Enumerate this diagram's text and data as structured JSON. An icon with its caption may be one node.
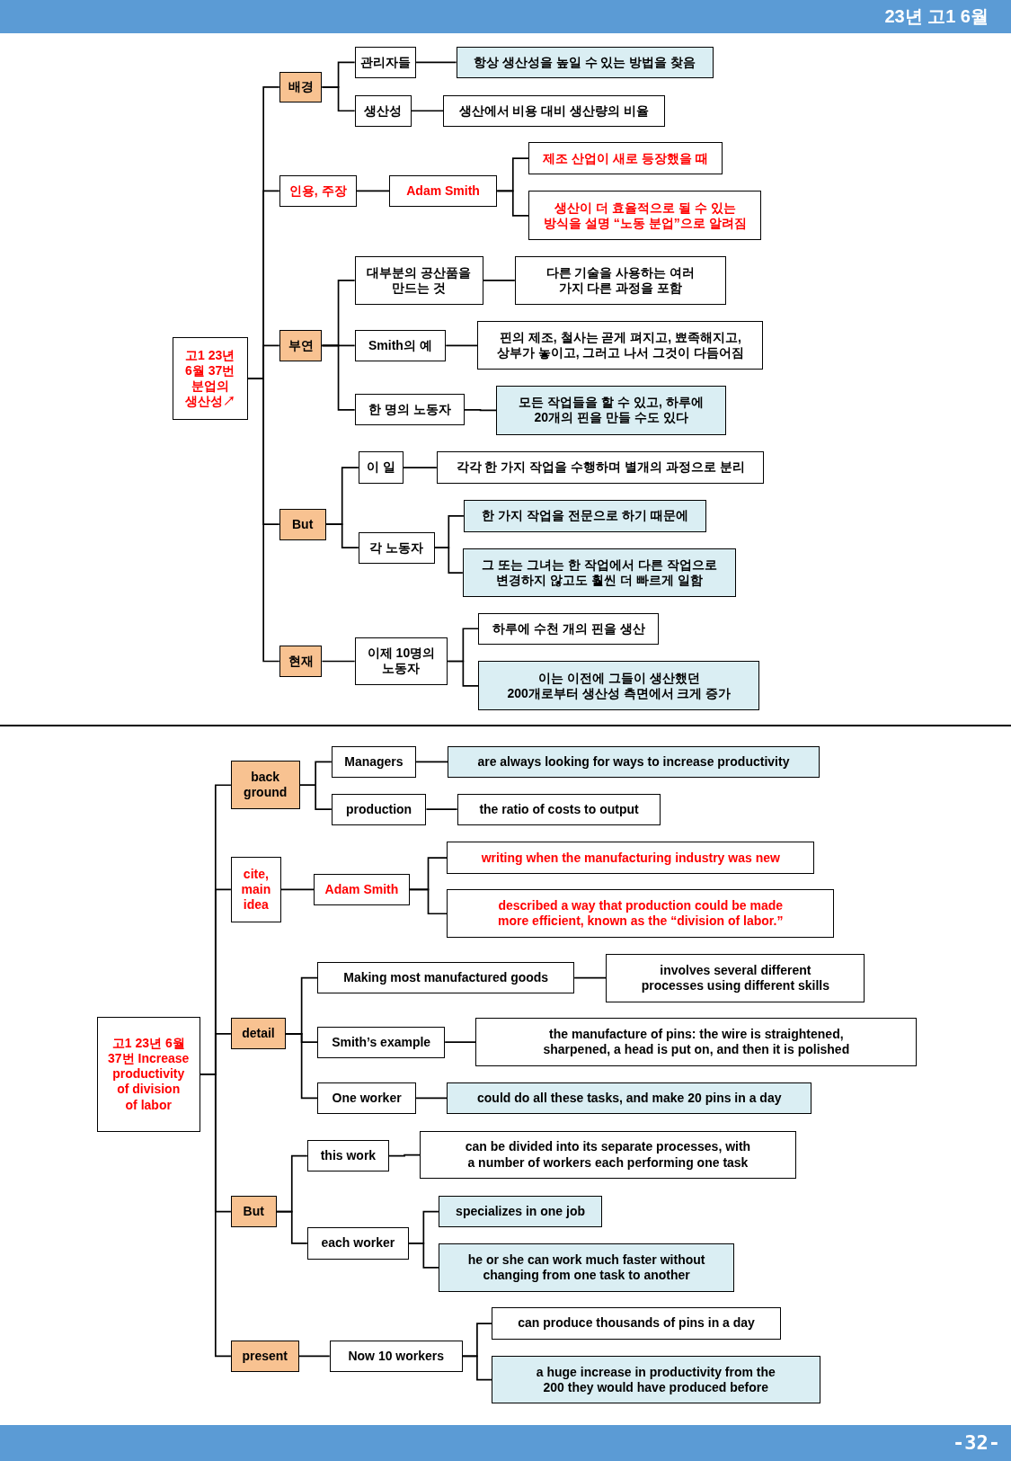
{
  "diagram": {
    "nodes": [
      {
        "text": [
          "고1 23년 6월 37번 분업의 생산성↗"
        ]
      },
      {
        "text": [
          "배경"
        ]
      },
      {
        "text": [
          "관리자들"
        ]
      },
      {
        "text": [
          "항상 생산성을 높일 수 있는 방법을 찾음"
        ]
      },
      {
        "text": [
          "생산성"
        ]
      },
      {
        "text": [
          "생산에서 비용 대비 생산량의 비율"
        ]
      },
      {
        "text": [
          "인용, 주장"
        ]
      },
      {
        "text": [
          "Adam Smith"
        ]
      },
      {
        "text": [
          "제조 산업이 새로 등장했을 때"
        ]
      },
      {
        "text": [
          "생산이 더 효율적으로 될 수 있는 방식을 설명 “노동 분업”으로 알려짐"
        ]
      },
      {
        "text": [
          "부연"
        ]
      },
      {
        "text": [
          "대부분의 공산품을 만드는 것"
        ]
      },
      {
        "text": [
          "다른 기술을 사용하는 여러 가지 다른 과정을 포함"
        ]
      },
      {
        "text": [
          "Smith의 예"
        ]
      },
      {
        "text": [
          "핀의 제조, 철사는 곧게 펴지고, 뾰족해지고, 상부가 놓이고, 그러고 나서 그것이 다듬어짐"
        ]
      },
      {
        "text": [
          "한 명의 노동자"
        ]
      },
      {
        "text": [
          "모든 작업들을 할 수 있고, 하루에 20개의 핀을 만들 수도 있다"
        ]
      },
      {
        "text": [
          "But"
        ]
      },
      {
        "text": [
          "이 일"
        ]
      },
      {
        "text": [
          "각각 한 가지 작업을 수행하며 별개의 과정으로 분리"
        ]
      },
      {
        "text": [
          "각 노동자"
        ]
      },
      {
        "text": [
          "한 가지 작업을 전문으로 하기 때문에"
        ]
      },
      {
        "text": [
          "그 또는 그녀는 한 작업에서 다른 작업으로 변경하지 않고도 훨씬 더 빠르게 일함"
        ]
      },
      {
        "text": [
          "현재"
        ]
      },
      {
        "text": [
          "이제 10명의 노동자"
        ]
      },
      {
        "text": [
          "하루에 수천 개의 핀을 생산"
        ]
      },
      {
        "text": [
          "이는 이전에 그들이 생산했던 200개로부터 생산성 측면에서 크게 증가"
        ]
      },
      {
        "text": [
          "고1 23년 6월 37번 Increase productivity of division of labor"
        ]
      },
      {
        "text": [
          "back ground"
        ]
      },
      {
        "text": [
          "Managers"
        ]
      },
      {
        "text": [
          "are always looking for ways to increase productivity"
        ]
      },
      {
        "text": [
          "production"
        ]
      },
      {
        "text": [
          "the ratio of costs to output"
        ]
      },
      {
        "text": [
          "cite, main idea"
        ]
      },
      {
        "text": [
          "Adam Smith"
        ]
      },
      {
        "text": [
          "writing when the manufacturing industry was new"
        ]
      },
      {
        "text": [
          "described a way that production could be made more efficient, known as the “division of labor.”"
        ]
      },
      {
        "text": [
          "detail"
        ]
      },
      {
        "text": [
          "Making most manufactured goods"
        ]
      },
      {
        "text": [
          "involves several different processes using different skills"
        ]
      },
      {
        "text": [
          "Smith’s example"
        ]
      },
      {
        "text": [
          "the manufacture of pins: the wire is straightened, sharpened, a head is put on, and then it is polished"
        ]
      },
      {
        "text": [
          "One worker"
        ]
      },
      {
        "text": [
          "could do all these tasks, and make 20 pins in a day"
        ]
      },
      {
        "text": [
          "But"
        ]
      },
      {
        "text": [
          "this work"
        ]
      },
      {
        "text": [
          "can be divided into its separate processes, with a number of workers each performing one task"
        ]
      },
      {
        "text": [
          "each worker"
        ]
      },
      {
        "text": [
          "specializes in one job"
        ]
      },
      {
        "text": [
          "he or she can work much faster without changing from one task to another"
        ]
      },
      {
        "text": [
          "present"
        ]
      },
      {
        "text": [
          "Now 10 workers"
        ]
      },
      {
        "text": [
          "can produce thousands of pins in a day"
        ]
      },
      {
        "text": [
          "a huge increase in productivity from the 200 they would have produced before"
        ]
      }
    ],
    "edges": [
      {
        "from": 0,
        "to": 1,
        "arrow": "none"
      },
      {
        "from": 0,
        "to": 6,
        "arrow": "none"
      },
      {
        "from": 0,
        "to": 10,
        "arrow": "none"
      },
      {
        "from": 0,
        "to": 17,
        "arrow": "none"
      },
      {
        "from": 0,
        "to": 23,
        "arrow": "none"
      },
      {
        "from": 1,
        "to": 2,
        "arrow": "none"
      },
      {
        "from": 1,
        "to": 4,
        "arrow": "none"
      },
      {
        "from": 2,
        "to": 3,
        "arrow": "none"
      },
      {
        "from": 4,
        "to": 5,
        "arrow": "none"
      },
      {
        "from": 6,
        "to": 7,
        "arrow": "none"
      },
      {
        "from": 7,
        "to": 8,
        "arrow": "none"
      },
      {
        "from": 7,
        "to": 9,
        "arrow": "none"
      },
      {
        "from": 10,
        "to": 11,
        "arrow": "none"
      },
      {
        "from": 10,
        "to": 13,
        "arrow": "none"
      },
      {
        "from": 10,
        "to": 15,
        "arrow": "none"
      },
      {
        "from": 11,
        "to": 12,
        "arrow": "none"
      },
      {
        "from": 13,
        "to": 14,
        "arrow": "none"
      },
      {
        "from": 15,
        "to": 16,
        "arrow": "none"
      },
      {
        "from": 17,
        "to": 18,
        "arrow": "none"
      },
      {
        "from": 17,
        "to": 20,
        "arrow": "none"
      },
      {
        "from": 18,
        "to": 19,
        "arrow": "none"
      },
      {
        "from": 20,
        "to": 21,
        "arrow": "none"
      },
      {
        "from": 20,
        "to": 22,
        "arrow": "none"
      },
      {
        "from": 23,
        "to": 24,
        "arrow": "none"
      },
      {
        "from": 24,
        "to": 25,
        "arrow": "none"
      },
      {
        "from": 24,
        "to": 26,
        "arrow": "none"
      },
      {
        "from": 27,
        "to": 28,
        "arrow": "none"
      },
      {
        "from": 27,
        "to": 33,
        "arrow": "none"
      },
      {
        "from": 27,
        "to": 37,
        "arrow": "none"
      },
      {
        "from": 27,
        "to": 44,
        "arrow": "none"
      },
      {
        "from": 27,
        "to": 50,
        "arrow": "none"
      },
      {
        "from": 28,
        "to": 29,
        "arrow": "none"
      },
      {
        "from": 28,
        "to": 31,
        "arrow": "none"
      },
      {
        "from": 29,
        "to": 30,
        "arrow": "none"
      },
      {
        "from": 31,
        "to": 32,
        "arrow": "none"
      },
      {
        "from": 33,
        "to": 34,
        "arrow": "none"
      },
      {
        "from": 34,
        "to": 35,
        "arrow": "none"
      },
      {
        "from": 34,
        "to": 36,
        "arrow": "none"
      },
      {
        "from": 37,
        "to": 38,
        "arrow": "none"
      },
      {
        "from": 37,
        "to": 40,
        "arrow": "none"
      },
      {
        "from": 37,
        "to": 42,
        "arrow": "none"
      },
      {
        "from": 38,
        "to": 39,
        "arrow": "none"
      },
      {
        "from": 40,
        "to": 41,
        "arrow": "none"
      },
      {
        "from": 42,
        "to": 43,
        "arrow": "none"
      },
      {
        "from": 44,
        "to": 45,
        "arrow": "none"
      },
      {
        "from": 44,
        "to": 47,
        "arrow": "none"
      },
      {
        "from": 45,
        "to": 46,
        "arrow": "none"
      },
      {
        "from": 47,
        "to": 48,
        "arrow": "none"
      },
      {
        "from": 47,
        "to": 49,
        "arrow": "none"
      },
      {
        "from": 50,
        "to": 51,
        "arrow": "none"
      },
      {
        "from": 51,
        "to": 52,
        "arrow": "none"
      },
      {
        "from": 51,
        "to": 53,
        "arrow": "none"
      }
    ],
    "labels": [
      "23년 고1 6월",
      "-32-"
    ]
  }
}
